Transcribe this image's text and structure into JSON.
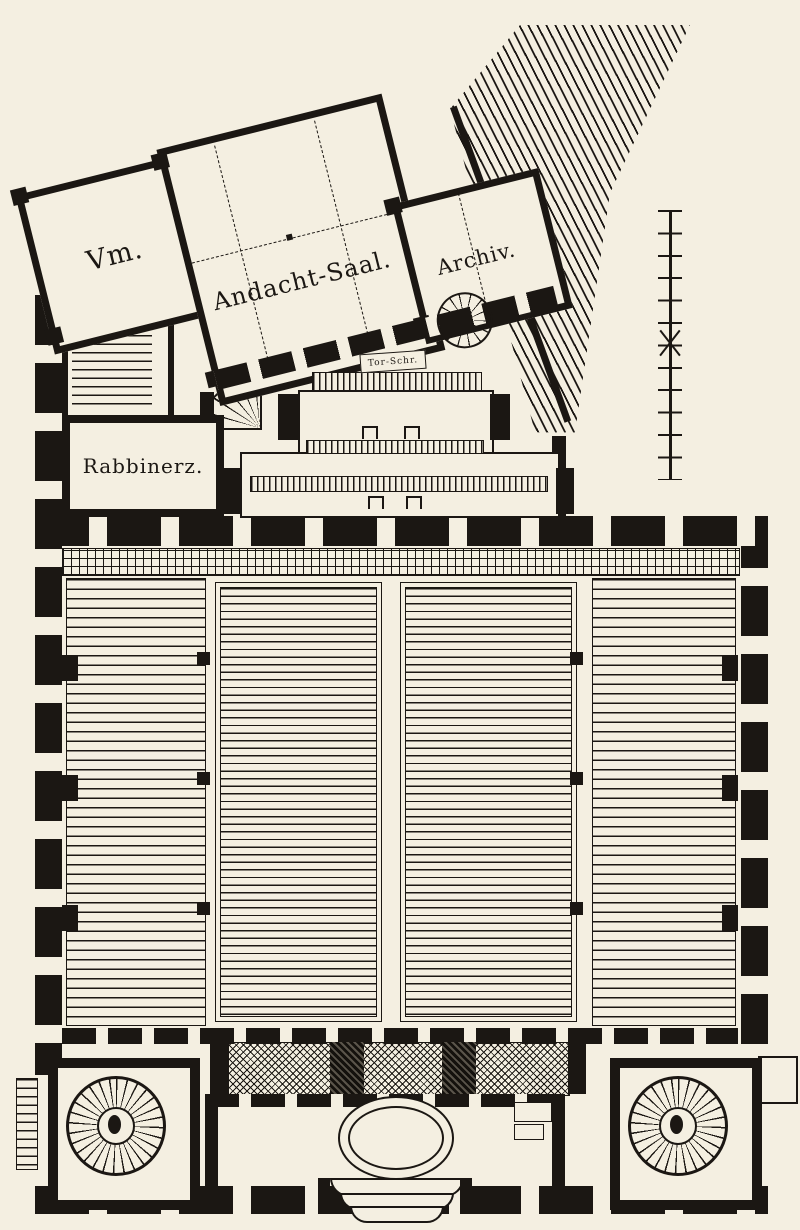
{
  "colors": {
    "ink": "#1b1713",
    "paper": "#f4efe1"
  },
  "rooms": {
    "vestibule_label": "Vm.",
    "prayer_hall_label": "Andacht-Saal.",
    "archive_label": "Archiv.",
    "rabbi_label": "Rabbinerz.",
    "ark_label": "Tor-Schr."
  }
}
